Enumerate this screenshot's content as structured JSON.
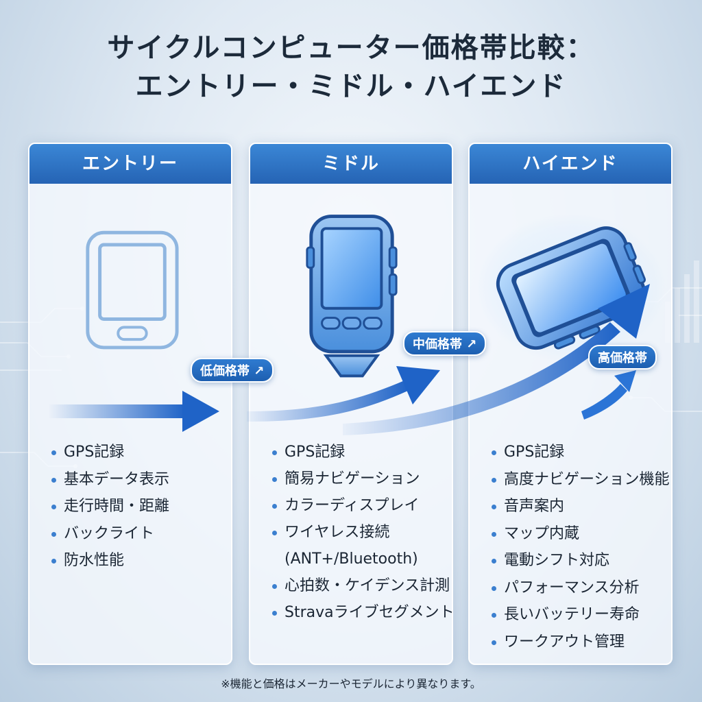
{
  "title": {
    "line1": "サイクルコンピューター価格帯比較：",
    "line2": "エントリー・ミドル・ハイエンド"
  },
  "columns": [
    {
      "header": "エントリー",
      "icon": "basic-bike-computer-icon",
      "features": [
        "GPS記録",
        "基本データ表示",
        "走行時間・距離",
        "バックライト",
        "防水性能"
      ]
    },
    {
      "header": "ミドル",
      "icon": "color-bike-computer-icon",
      "features": [
        "GPS記録",
        "簡易ナビゲーション",
        "カラーディスプレイ",
        "ワイヤレス接続",
        "(ANT+/Bluetooth)",
        "心拍数・ケイデンス計測",
        "Stravaライブセグメント"
      ]
    },
    {
      "header": "ハイエンド",
      "icon": "advanced-bike-computer-icon",
      "features": [
        "GPS記録",
        "高度ナビゲーション機能",
        "音声案内",
        "マップ内蔵",
        "電動シフト対応",
        "パフォーマンス分析",
        "長いバッテリー寿命",
        "ワークアウト管理"
      ]
    }
  ],
  "badges": {
    "low": "低価格帯",
    "mid": "中価格帯",
    "high": "高価格帯"
  },
  "footnote": "※機能と価格はメーカーやモデルにより異なります。",
  "colors": {
    "accent": "#2563b4",
    "arrow": "#1f63c7",
    "text": "#1a2533"
  }
}
